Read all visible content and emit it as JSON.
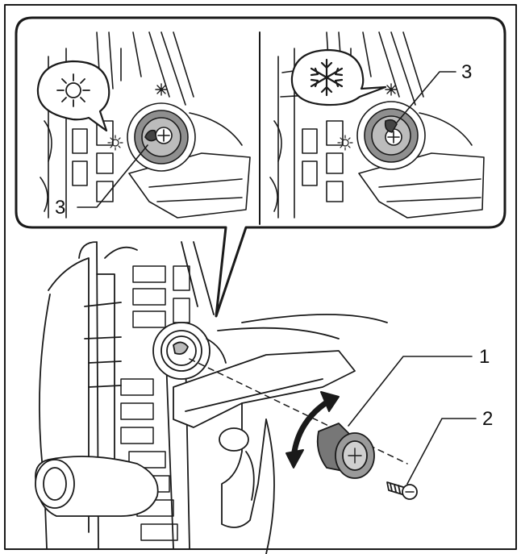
{
  "labels": {
    "inset_left_callout": "3",
    "inset_right_callout": "3",
    "part_1": "1",
    "part_2": "2"
  },
  "icons": {
    "inset_left_bubble": "sun-icon",
    "inset_right_bubble": "snowflake-icon"
  },
  "colors": {
    "line": "#1a1a1a",
    "part_fill": "#9a9a9a",
    "part_dark": "#555555",
    "background": "#ffffff"
  }
}
